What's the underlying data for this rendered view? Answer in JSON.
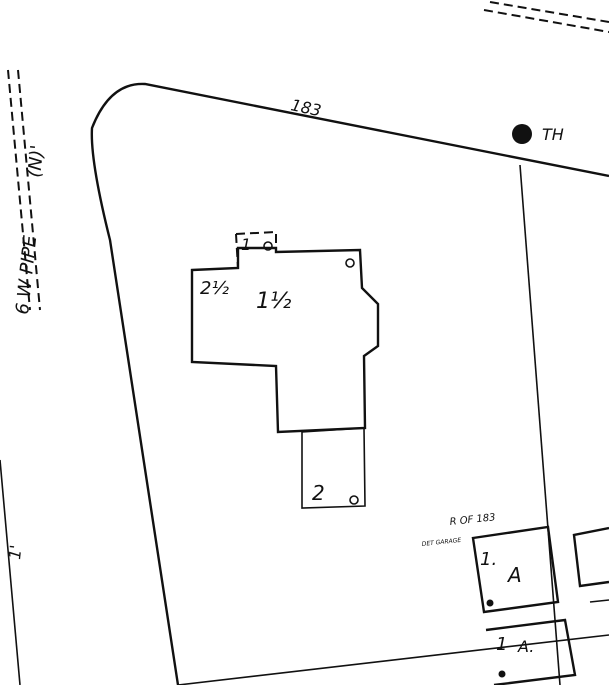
{
  "map": {
    "lot_dimension": "183",
    "symbol_th": "TH",
    "road_label": "6 W PIPE",
    "road_fragment": "(N)'",
    "main_building": {
      "stories_main": "1½",
      "stories_wing": "2½",
      "stories_porch": "1",
      "stories_rear": "2"
    },
    "outbuilding_label": "R OF 183",
    "outbuilding_sublabel": "DET GARAGE",
    "garage_a": {
      "stories": "1.",
      "letter": "A"
    },
    "garage_b": {
      "stories": "1",
      "letter": "A."
    },
    "edge_mark": "1'"
  },
  "colors": {
    "ink": "#111111",
    "paper": "#ffffff"
  }
}
